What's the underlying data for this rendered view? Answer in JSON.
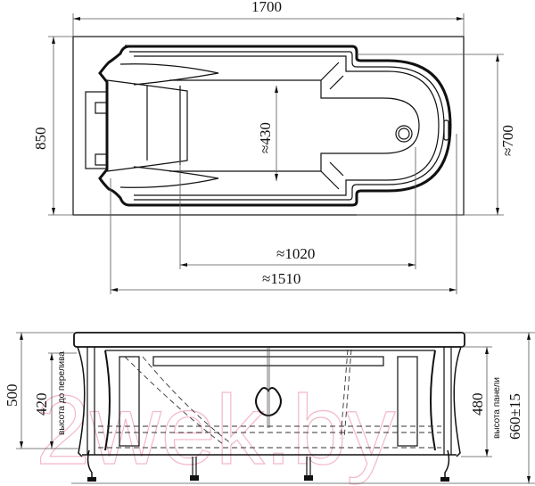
{
  "drawing": {
    "subject": "bathtub dimensional drawing",
    "top_view": {
      "overall_length": "1700",
      "overall_width": "850",
      "inner_width": "≈430",
      "bowl_width": "≈700",
      "bottom_length": "≈1020",
      "bowl_length": "≈1510"
    },
    "side_view": {
      "height_total": "500",
      "overflow_height": "420",
      "overflow_label": "высота до перелива",
      "panel_height": "480",
      "panel_label": "высота панели",
      "height_with_legs": "660±15"
    },
    "watermark": "2wek.by",
    "colors": {
      "line": "#111111",
      "dimension_line": "#555555",
      "watermark": "#f3b8c8"
    }
  }
}
